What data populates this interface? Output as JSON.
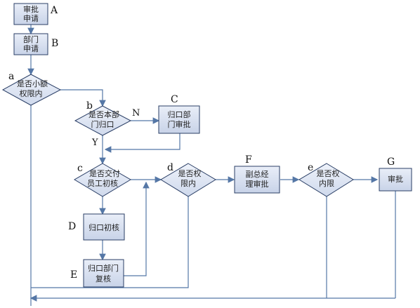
{
  "nodes": {
    "A": {
      "label_line1": "审批",
      "label_line2": "申请",
      "tag": "A"
    },
    "B": {
      "label_line1": "部门",
      "label_line2": "申请",
      "tag": "B"
    },
    "a": {
      "label_line1": "是否小额",
      "label_line2": "权限内",
      "tag": "a"
    },
    "b": {
      "label_line1": "是否本部",
      "label_line2": "门归口",
      "tag": "b"
    },
    "C": {
      "label_line1": "归口部",
      "label_line2": "门审批",
      "tag": "C"
    },
    "c": {
      "label_line1": "是否交付",
      "label_line2": "员工初核",
      "tag": "c"
    },
    "D": {
      "label_line1": "归口初核",
      "tag": "D"
    },
    "E": {
      "label_line1": "归口部门",
      "label_line2": "复核",
      "tag": "E"
    },
    "d": {
      "label_line1": "是否权",
      "label_line2": "限内",
      "tag": "d"
    },
    "F": {
      "label_line1": "副总经",
      "label_line2": "理审批",
      "tag": "F"
    },
    "e": {
      "label_line1": "是否权",
      "label_line2": "内限",
      "tag": "e"
    },
    "G": {
      "label_line1": "审批",
      "tag": "G"
    }
  },
  "edge_labels": {
    "b_to_C": "N",
    "b_down": "Y"
  }
}
